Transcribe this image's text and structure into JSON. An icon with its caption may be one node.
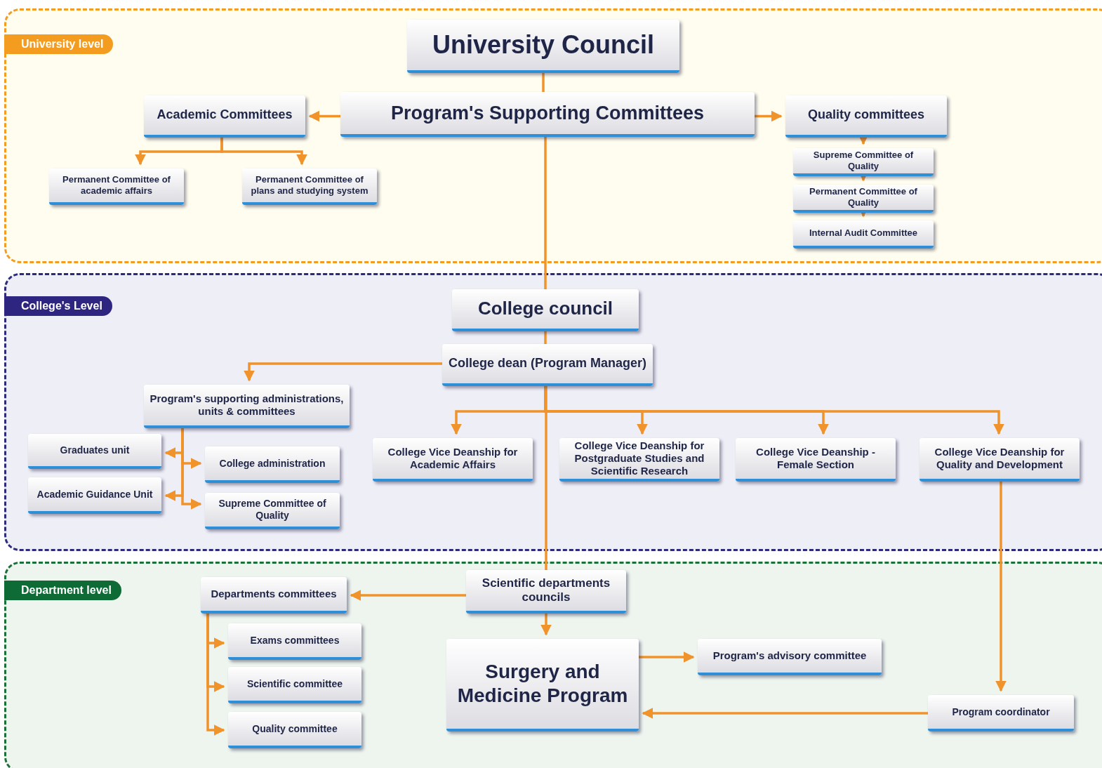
{
  "diagram": {
    "nodes": [
      {
        "text": [
          "University level"
        ]
      },
      {
        "text": [
          "University Council"
        ],
        "in": 0
      },
      {
        "text": [
          "Program's Supporting Committees"
        ],
        "in": 0
      },
      {
        "text": [
          "Academic Committees"
        ],
        "in": 0
      },
      {
        "text": [
          "Quality committees"
        ],
        "in": 0
      },
      {
        "text": [
          "Permanent Committee of academic affairs"
        ],
        "in": 0
      },
      {
        "text": [
          "Permanent Committee of plans and studying system"
        ],
        "in": 0
      },
      {
        "text": [
          "Supreme Committee of Quality"
        ],
        "in": 0
      },
      {
        "text": [
          "Permanent Committee of Quality"
        ],
        "in": 0
      },
      {
        "text": [
          "Internal Audit Committee"
        ],
        "in": 0
      },
      {
        "text": [
          "College's Level"
        ]
      },
      {
        "text": [
          "College council"
        ],
        "in": 10
      },
      {
        "text": [
          "College dean (Program Manager)"
        ],
        "in": 10
      },
      {
        "text": [
          "Program's supporting administrations, units & committees"
        ],
        "in": 10
      },
      {
        "text": [
          "Graduates unit"
        ],
        "in": 10
      },
      {
        "text": [
          "College administration"
        ],
        "in": 10
      },
      {
        "text": [
          "Academic Guidance Unit"
        ],
        "in": 10
      },
      {
        "text": [
          "Supreme Committee of Quality"
        ],
        "in": 10
      },
      {
        "text": [
          "College Vice Deanship for Academic Affairs"
        ],
        "in": 10
      },
      {
        "text": [
          "College Vice Deanship for Postgraduate Studies and Scientific Research"
        ],
        "in": 10
      },
      {
        "text": [
          "College Vice Deanship - Female Section"
        ],
        "in": 10
      },
      {
        "text": [
          "College Vice Deanship for Quality and Development"
        ],
        "in": 10
      },
      {
        "text": [
          "Department level"
        ]
      },
      {
        "text": [
          "Departments committees"
        ],
        "in": 22
      },
      {
        "text": [
          "Scientific departments councils"
        ],
        "in": 22
      },
      {
        "text": [
          "Exams committees"
        ],
        "in": 22
      },
      {
        "text": [
          "Scientific committee"
        ],
        "in": 22
      },
      {
        "text": [
          "Quality committee"
        ],
        "in": 22
      },
      {
        "text": [
          "Surgery and Medicine Program"
        ],
        "in": 22
      },
      {
        "text": [
          "Program's advisory committee"
        ],
        "in": 22
      },
      {
        "text": [
          "Program coordinator"
        ],
        "in": 22
      }
    ],
    "edges": [
      {
        "from": 1,
        "to": 2,
        "arrow": "none"
      },
      {
        "from": 2,
        "to": 3,
        "arrow": "to"
      },
      {
        "from": 2,
        "to": 4,
        "arrow": "to"
      },
      {
        "from": 3,
        "to": 5,
        "arrow": "to"
      },
      {
        "from": 3,
        "to": 6,
        "arrow": "to"
      },
      {
        "from": 4,
        "to": 7,
        "arrow": "to"
      },
      {
        "from": 7,
        "to": 8,
        "arrow": "to"
      },
      {
        "from": 8,
        "to": 9,
        "arrow": "to"
      },
      {
        "from": 2,
        "to": 11,
        "arrow": "none"
      },
      {
        "from": 11,
        "to": 12,
        "arrow": "none"
      },
      {
        "from": 12,
        "to": 13,
        "arrow": "to"
      },
      {
        "from": 12,
        "to": 18,
        "arrow": "to"
      },
      {
        "from": 12,
        "to": 19,
        "arrow": "to"
      },
      {
        "from": 12,
        "to": 20,
        "arrow": "to"
      },
      {
        "from": 12,
        "to": 21,
        "arrow": "to"
      },
      {
        "from": 12,
        "to": 24,
        "arrow": "none"
      },
      {
        "from": 13,
        "to": 14,
        "arrow": "to"
      },
      {
        "from": 13,
        "to": 15,
        "arrow": "to"
      },
      {
        "from": 13,
        "to": 16,
        "arrow": "to"
      },
      {
        "from": 13,
        "to": 17,
        "arrow": "to"
      },
      {
        "from": 21,
        "to": 30,
        "arrow": "to"
      },
      {
        "from": 24,
        "to": 23,
        "arrow": "to"
      },
      {
        "from": 24,
        "to": 28,
        "arrow": "to"
      },
      {
        "from": 23,
        "to": 25,
        "arrow": "to"
      },
      {
        "from": 23,
        "to": 26,
        "arrow": "to"
      },
      {
        "from": 23,
        "to": 27,
        "arrow": "to"
      },
      {
        "from": 28,
        "to": 29,
        "arrow": "to"
      },
      {
        "from": 30,
        "to": 28,
        "arrow": "to"
      }
    ]
  }
}
